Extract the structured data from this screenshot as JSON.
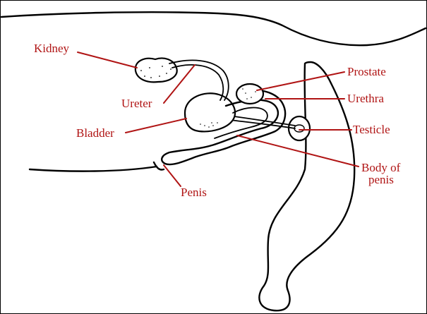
{
  "diagram": {
    "label_color": "#b01414",
    "labels": {
      "kidney": "Kidney",
      "ureter": "Ureter",
      "bladder": "Bladder",
      "penis": "Penis",
      "prostate": "Prostate",
      "urethra": "Urethra",
      "testicle": "Testicle",
      "body_of_penis_line1": "Body of",
      "body_of_penis_line2": "penis"
    }
  }
}
